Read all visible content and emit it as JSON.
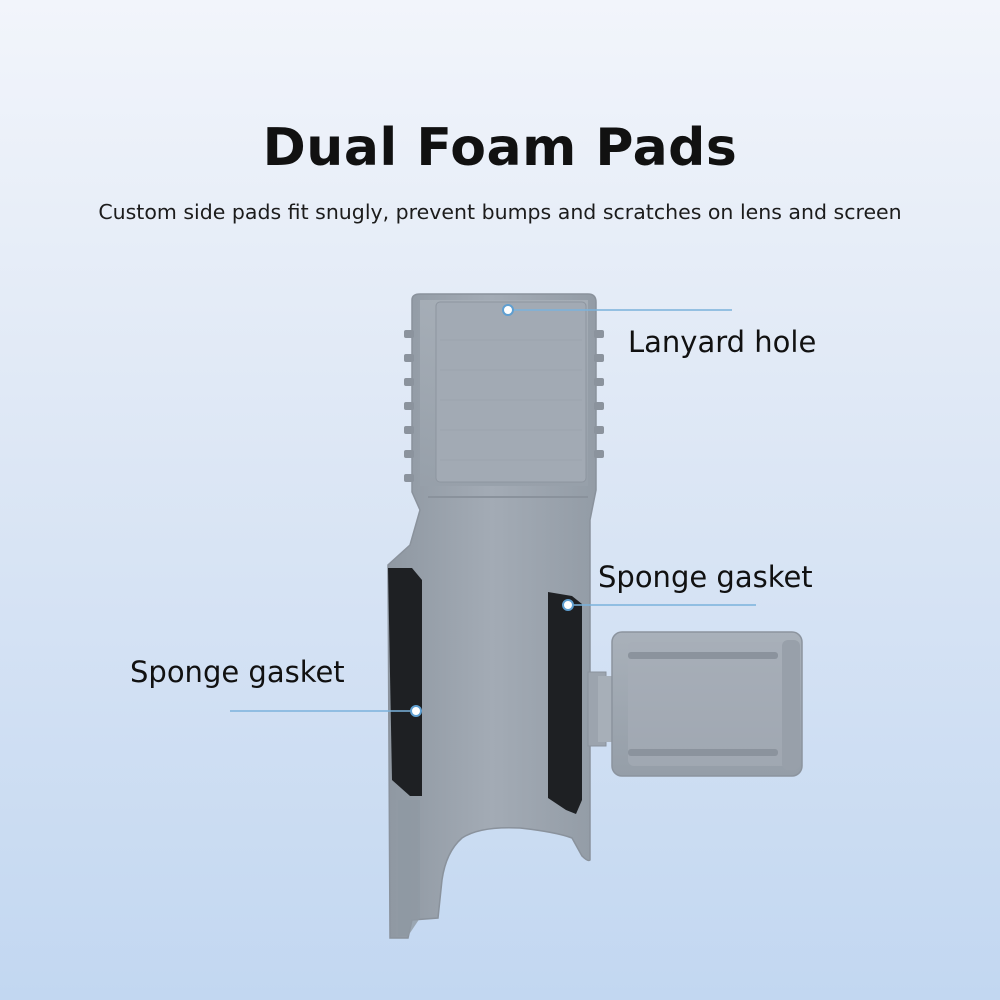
{
  "header": {
    "title": "Dual Foam Pads",
    "subtitle": "Custom side pads fit snugly, prevent bumps and scratches on lens and screen"
  },
  "callouts": {
    "lanyard_hole": "Lanyard hole",
    "sponge_gasket_right": "Sponge gasket",
    "sponge_gasket_left": "Sponge gasket"
  },
  "colors": {
    "body_gray": "#9aa3ad",
    "foam_black": "#1f2124",
    "callout_line": "#7ab2dc"
  }
}
